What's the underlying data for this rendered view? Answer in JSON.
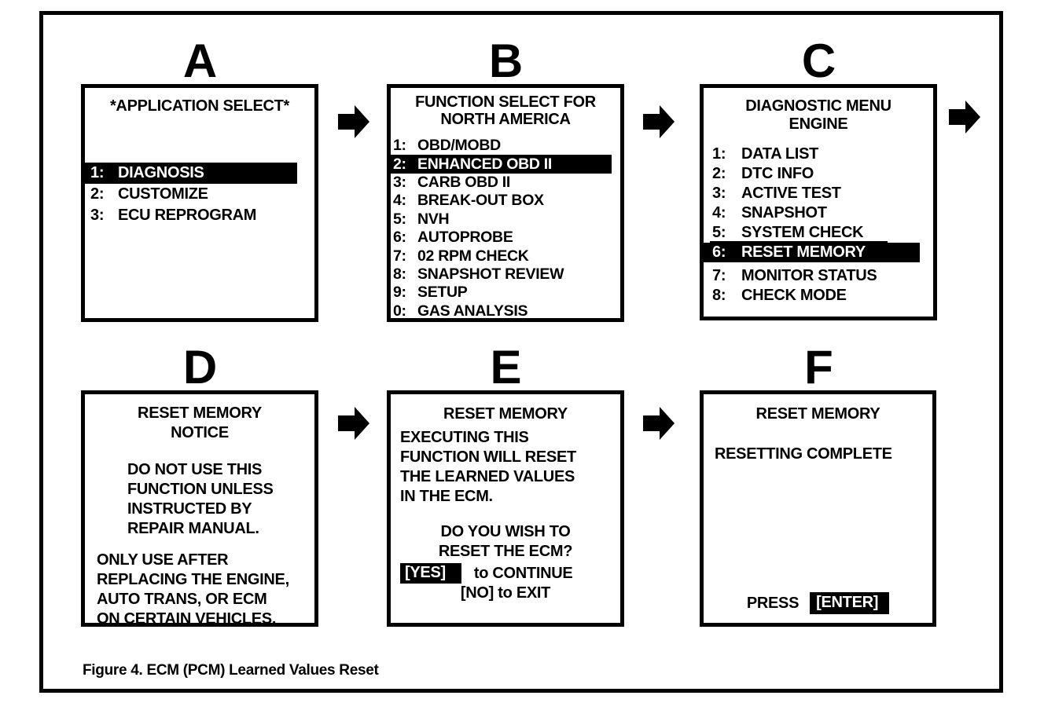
{
  "colors": {
    "ink": "#000000",
    "paper": "#ffffff"
  },
  "icons": {
    "flow_arrow": "right-block-arrow"
  },
  "caption": "Figure 4. ECM (PCM) Learned Values Reset",
  "panels": [
    {
      "letter": "A",
      "title_lines": [
        "*APPLICATION SELECT*"
      ],
      "menu": [
        {
          "num": "1:",
          "label": "DIAGNOSIS",
          "state": "selected"
        },
        {
          "num": "2:",
          "label": "CUSTOMIZE",
          "state": "normal"
        },
        {
          "num": "3:",
          "label": "ECU REPROGRAM",
          "state": "normal"
        }
      ]
    },
    {
      "letter": "B",
      "title_lines": [
        "FUNCTION SELECT FOR",
        "NORTH AMERICA"
      ],
      "menu": [
        {
          "num": "1:",
          "label": "OBD/MOBD",
          "state": "normal"
        },
        {
          "num": "2:",
          "label": "ENHANCED OBD II",
          "state": "selected"
        },
        {
          "num": "3:",
          "label": "CARB OBD II",
          "state": "normal"
        },
        {
          "num": "4:",
          "label": "BREAK-OUT BOX",
          "state": "normal"
        },
        {
          "num": "5:",
          "label": "NVH",
          "state": "normal"
        },
        {
          "num": "6:",
          "label": "AUTOPROBE",
          "state": "normal"
        },
        {
          "num": "7:",
          "label": "02 RPM CHECK",
          "state": "normal"
        },
        {
          "num": "8:",
          "label": "SNAPSHOT REVIEW",
          "state": "normal"
        },
        {
          "num": "9:",
          "label": "SETUP",
          "state": "normal"
        },
        {
          "num": "0:",
          "label": "GAS ANALYSIS",
          "state": "normal"
        }
      ]
    },
    {
      "letter": "C",
      "title_lines": [
        "DIAGNOSTIC MENU",
        "ENGINE"
      ],
      "menu": [
        {
          "num": "1:",
          "label": "DATA LIST",
          "state": "normal"
        },
        {
          "num": "2:",
          "label": "DTC INFO",
          "state": "normal"
        },
        {
          "num": "3:",
          "label": "ACTIVE TEST",
          "state": "normal"
        },
        {
          "num": "4:",
          "label": "SNAPSHOT",
          "state": "normal"
        },
        {
          "num": "5:",
          "label": "SYSTEM CHECK",
          "state": "underlined"
        },
        {
          "num": "6:",
          "label": "RESET MEMORY",
          "state": "selected"
        },
        {
          "num": "7:",
          "label": "MONITOR STATUS",
          "state": "normal"
        },
        {
          "num": "8:",
          "label": "CHECK MODE",
          "state": "normal"
        }
      ]
    },
    {
      "letter": "D",
      "title_lines": [
        "RESET MEMORY",
        "NOTICE"
      ],
      "paragraphs": [
        [
          "DO NOT USE THIS",
          "FUNCTION UNLESS",
          "INSTRUCTED BY",
          "REPAIR MANUAL."
        ],
        [
          "ONLY USE AFTER",
          "REPLACING THE ENGINE,",
          "AUTO TRANS, OR ECM",
          "ON CERTAIN VEHICLES."
        ]
      ]
    },
    {
      "letter": "E",
      "title_lines": [
        "RESET MEMORY"
      ],
      "body_lines": [
        "EXECUTING THIS",
        "FUNCTION WILL RESET",
        "THE LEARNED VALUES",
        "IN THE ECM."
      ],
      "question_lines": [
        "DO YOU WISH TO",
        "RESET THE ECM?"
      ],
      "yes_key": "[YES]",
      "yes_suffix": "to CONTINUE",
      "no_line": "[NO] to EXIT"
    },
    {
      "letter": "F",
      "title_lines": [
        "RESET MEMORY"
      ],
      "status_line": "RESETTING COMPLETE",
      "press_prefix": "PRESS",
      "enter_key": "[ENTER]"
    }
  ]
}
